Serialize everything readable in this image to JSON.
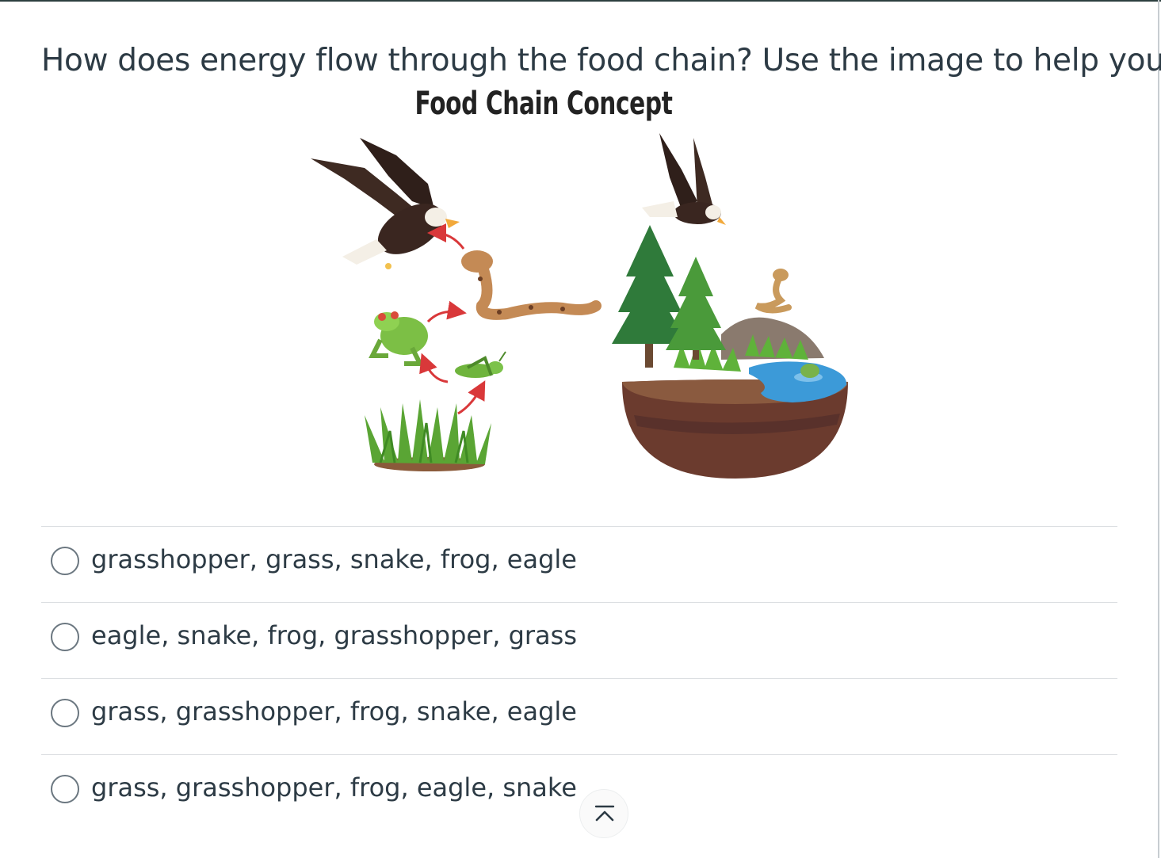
{
  "question": {
    "text": "How does energy flow through the food chain? Use the image to help you."
  },
  "figure": {
    "title": "Food Chain Concept",
    "icons": [
      "eagle-icon",
      "snake-icon",
      "frog-icon",
      "grasshopper-icon",
      "grass-icon",
      "arrow-icon",
      "ecosystem-icon",
      "tree-icon",
      "pond-icon"
    ]
  },
  "answers": [
    {
      "label": "grasshopper, grass, snake, frog, eagle",
      "selected": false
    },
    {
      "label": "eagle, snake, frog, grasshopper, grass",
      "selected": false
    },
    {
      "label": "grass, grasshopper, frog, snake, eagle",
      "selected": false
    },
    {
      "label": "grass, grasshopper, frog, eagle, snake",
      "selected": false
    }
  ],
  "controls": {
    "scroll_top_icon": "chevron-up-bar-icon"
  },
  "colors": {
    "text": "#2d3b45",
    "divider": "#dcdfe2",
    "arrow": "#d9383a"
  }
}
